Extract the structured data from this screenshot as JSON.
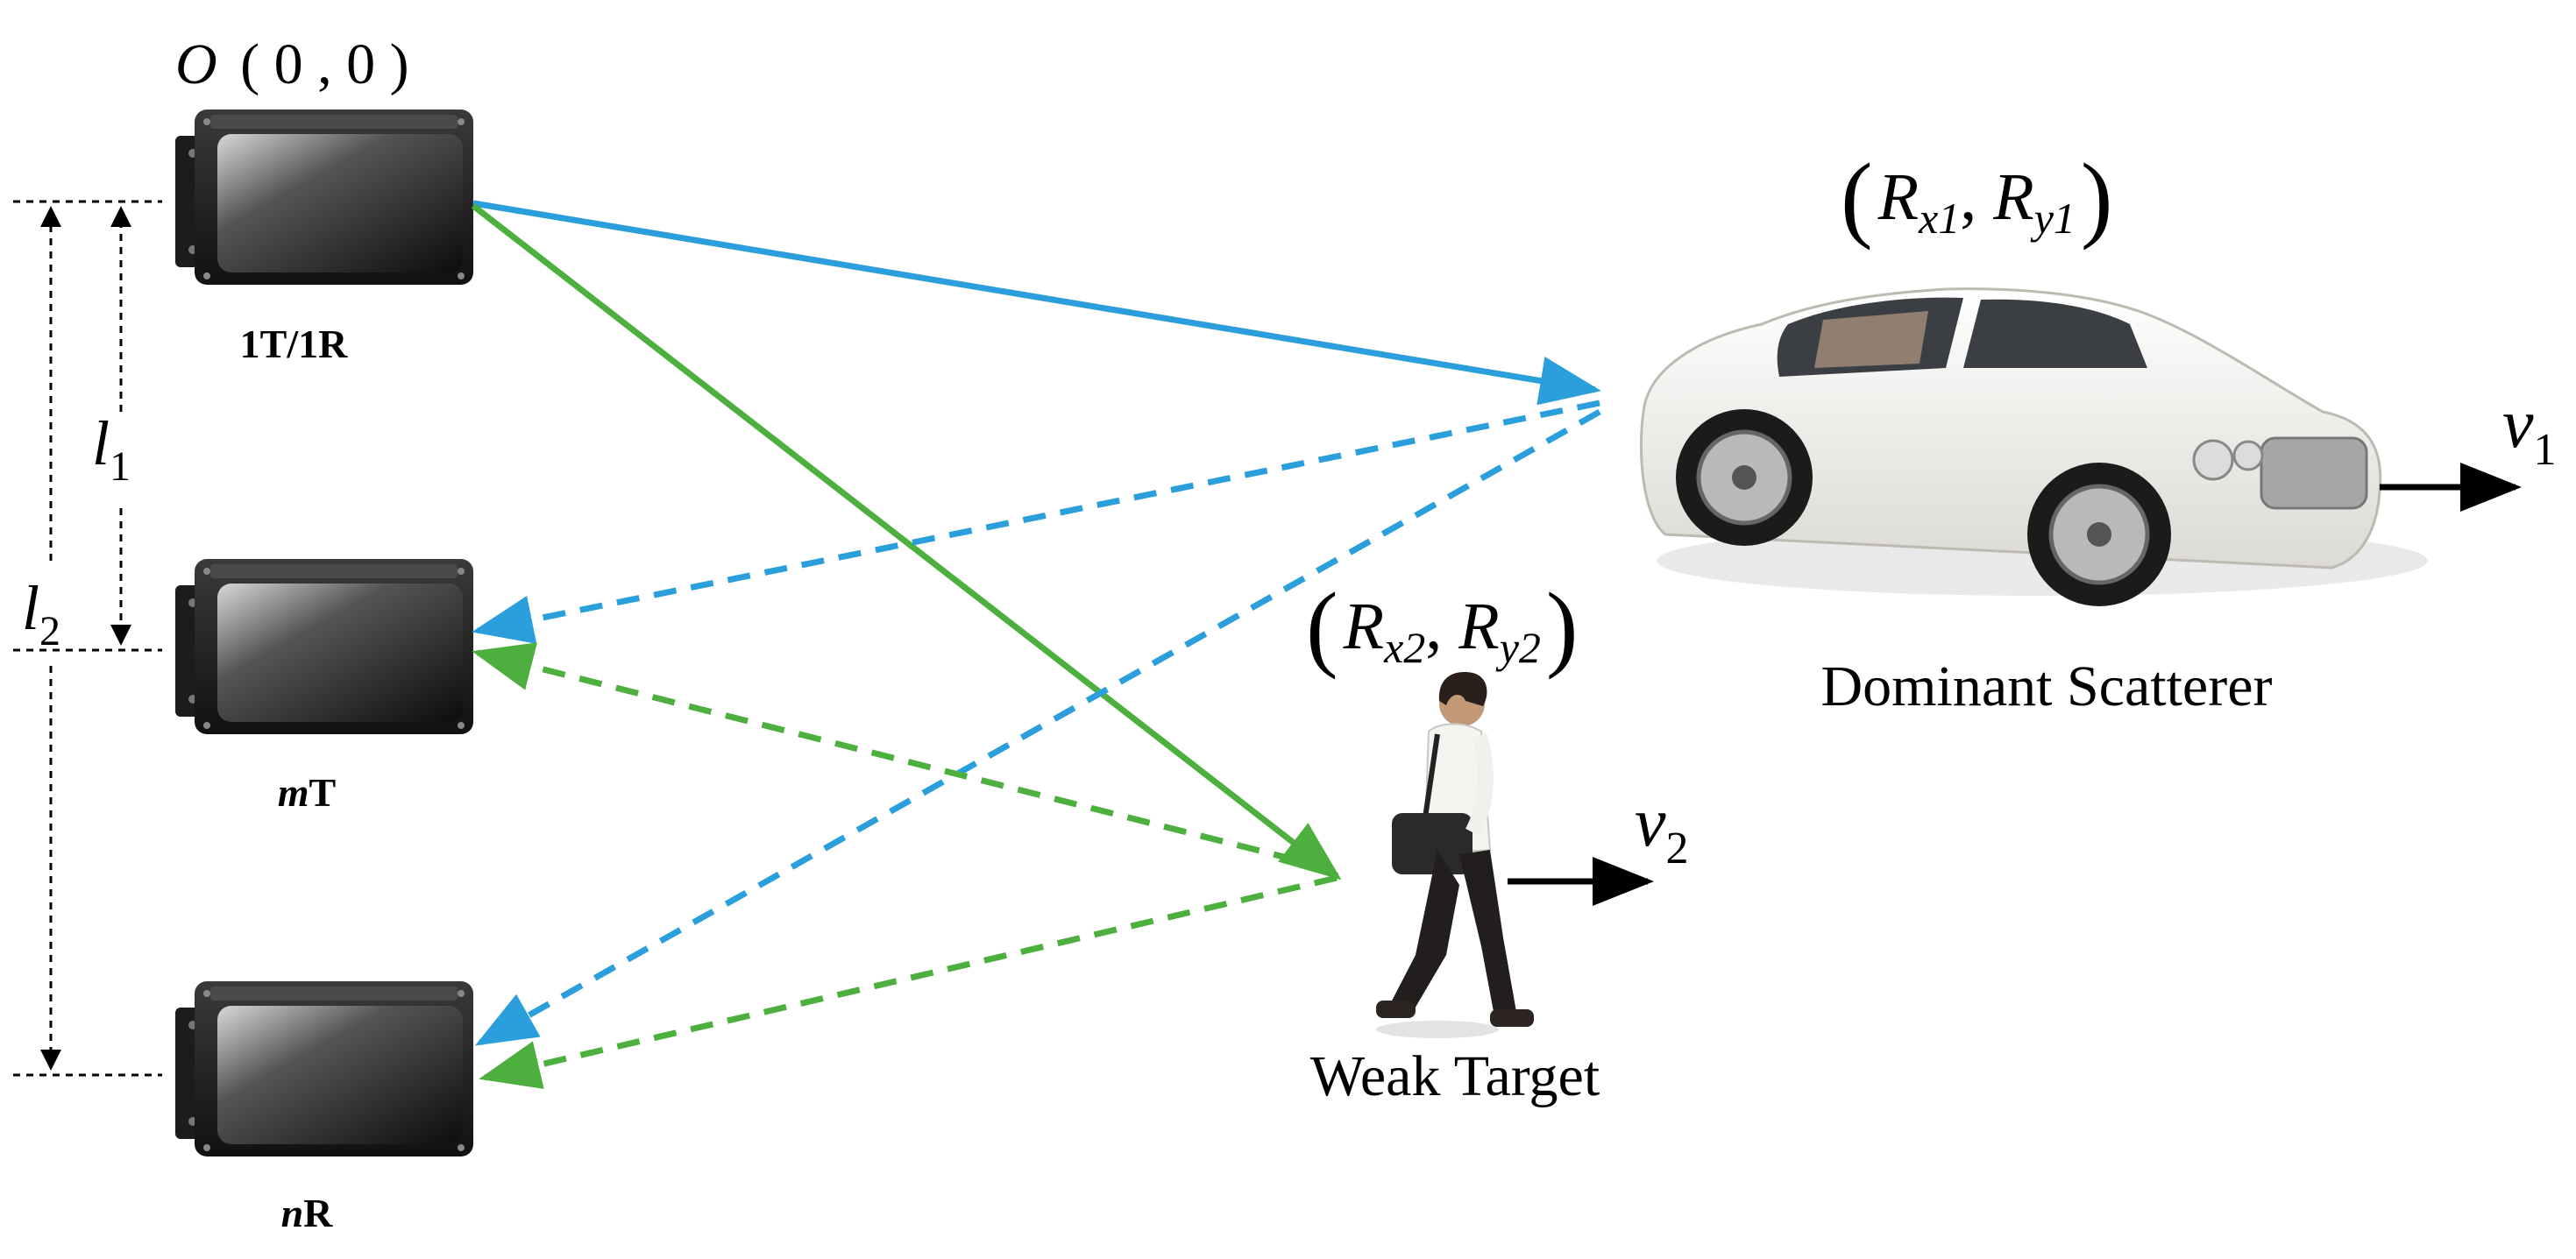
{
  "origin": {
    "var": "O",
    "coords": "( 0 , 0 )"
  },
  "radars": {
    "r1": {
      "label": "1T/1R"
    },
    "r2": {
      "prefix": "m",
      "label": "T"
    },
    "r3": {
      "prefix": "n",
      "label": "R"
    }
  },
  "dims": {
    "l1": {
      "var": "l",
      "sub": "1"
    },
    "l2": {
      "var": "l",
      "sub": "2"
    }
  },
  "car": {
    "label": "Dominant Scatterer",
    "coord": {
      "var_x": "R",
      "sub_x": "x1",
      "var_y": "R",
      "sub_y": "y1"
    },
    "velocity": {
      "var": "v",
      "sub": "1"
    }
  },
  "person": {
    "label": "Weak Target",
    "coord": {
      "var_x": "R",
      "sub_x": "x2",
      "var_y": "R",
      "sub_y": "y2"
    },
    "velocity": {
      "var": "v",
      "sub": "2"
    }
  },
  "colors": {
    "blue": "#2a9fdb",
    "green": "#4caf3e",
    "black": "#000000"
  }
}
